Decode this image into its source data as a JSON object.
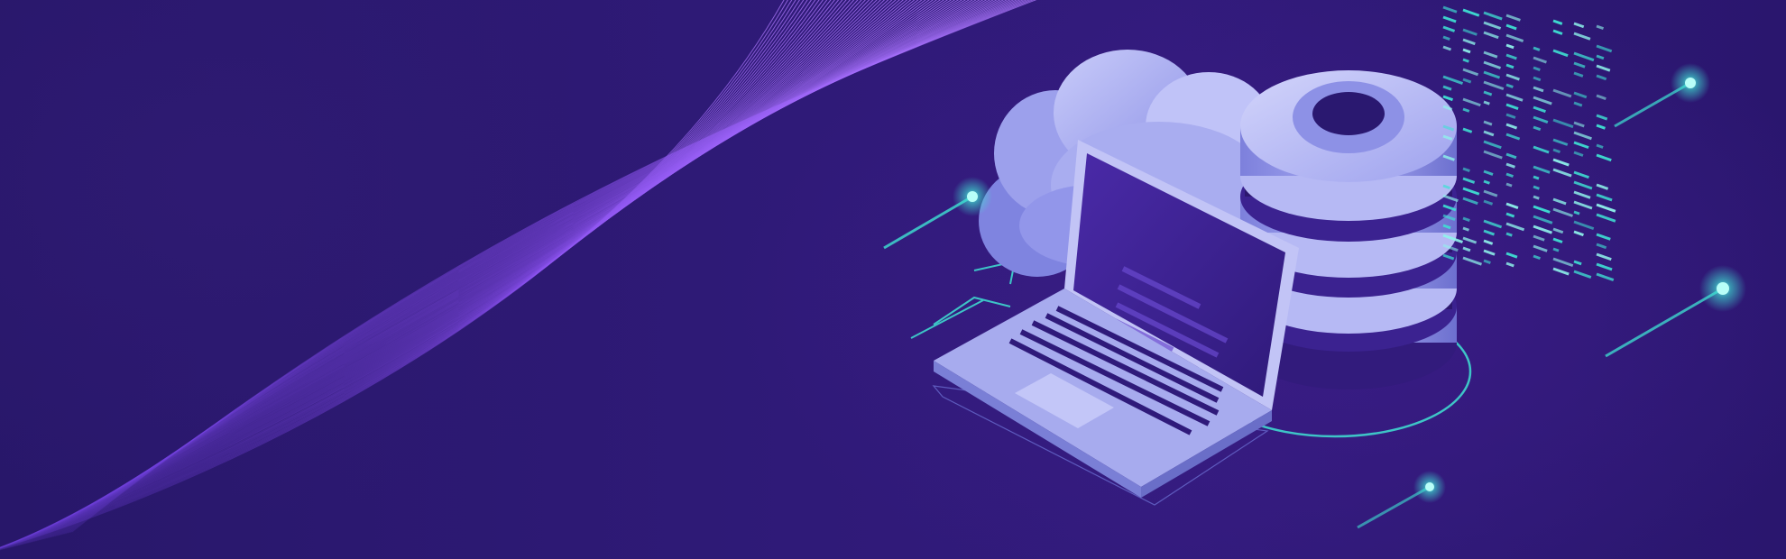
{
  "banner": {
    "background_color": "#2a1866",
    "accent_color": "#3fe3d4",
    "illustration_color": "#a8acf0",
    "icons": [
      "wave-lines",
      "cloud-icon",
      "database-icon",
      "laptop-icon",
      "code-panel",
      "glow-node"
    ]
  }
}
